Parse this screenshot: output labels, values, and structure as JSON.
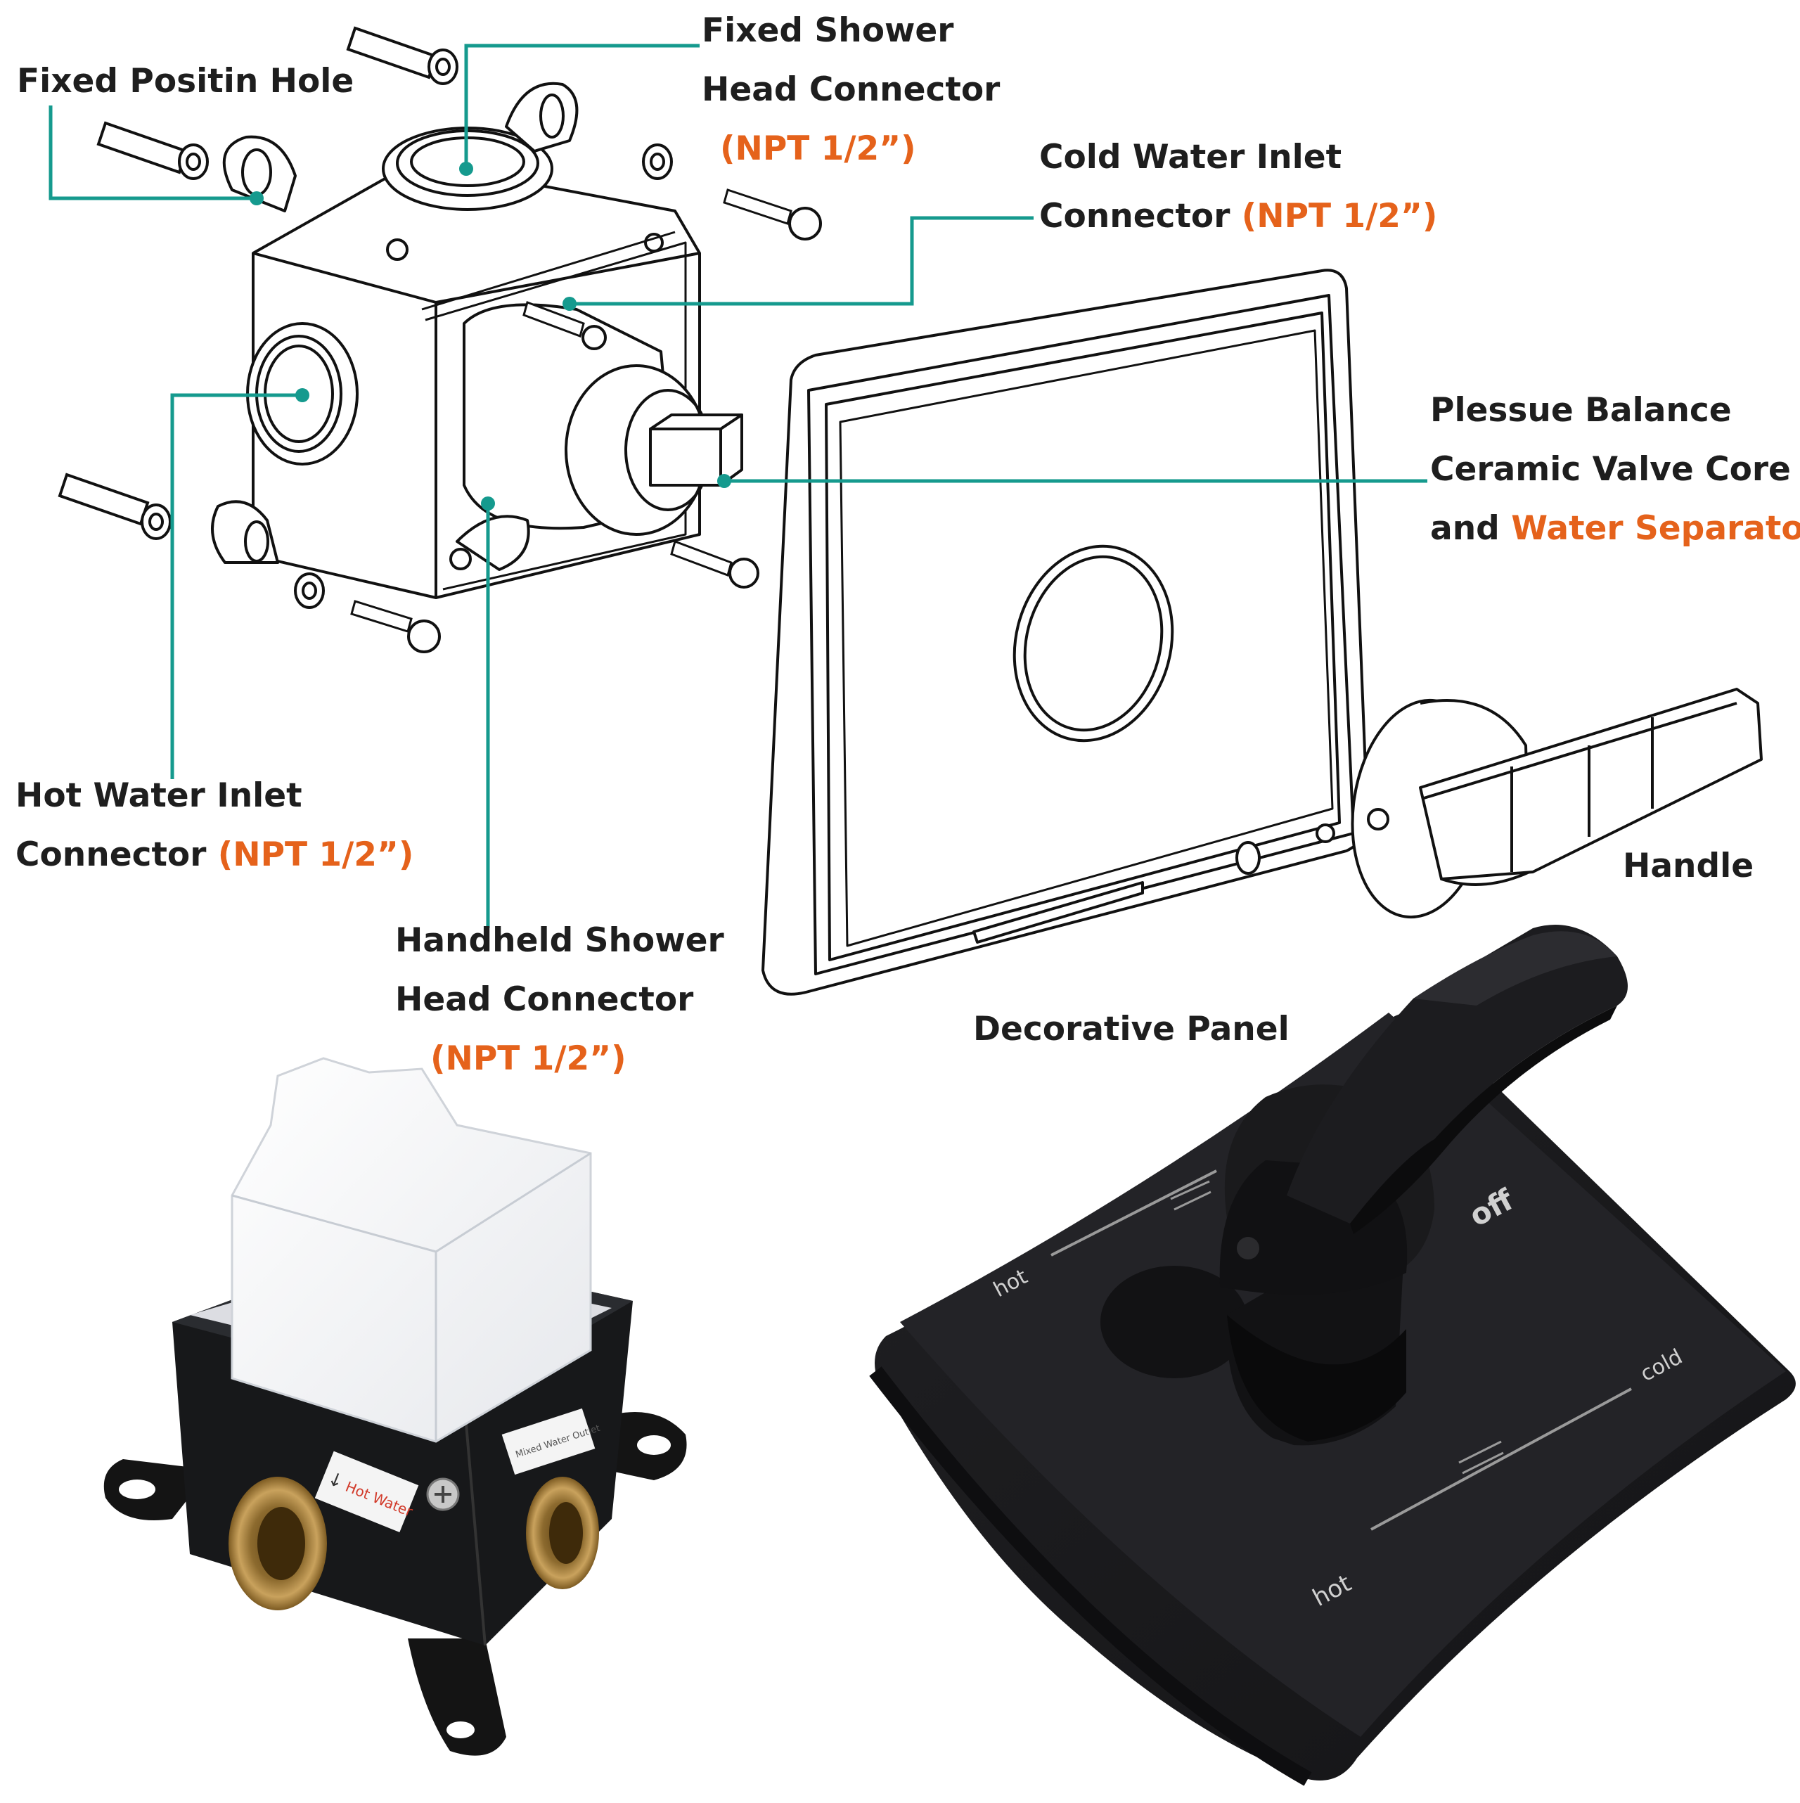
{
  "colors": {
    "leader_line": "#159a8e",
    "accent_text": "#e5621b",
    "label_text": "#1e1e1e",
    "drawing_line": "#111111",
    "matte_black": "#1b1b1d",
    "brass": "#b48a45"
  },
  "labels": {
    "fixed_position_hole": "Fixed Positin Hole",
    "fixed_shower_head": {
      "line1": "Fixed Shower",
      "line2": "Head Connector",
      "spec": "(NPT 1/2”)"
    },
    "cold_water_inlet": {
      "line1": "Cold Water Inlet",
      "line2": "Connector ",
      "spec": "(NPT 1/2”)"
    },
    "valve_core": {
      "line1": "Plessue Balance",
      "line2": "Ceramic Valve Core",
      "line3_prefix": "and ",
      "line3_accent": "Water Separator"
    },
    "hot_water_inlet": {
      "line1": "Hot Water Inlet",
      "line2": "Connector ",
      "spec": "(NPT 1/2”)"
    },
    "handheld_shower_head": {
      "line1": "Handheld Shower",
      "line2": "Head Connector",
      "spec": "(NPT 1/2”)"
    },
    "handle": "Handle",
    "decorative_panel": "Decorative Panel"
  },
  "photo_box": {
    "sticker_text": "Hot Water",
    "sticker_side_text": "Mixed Water Outlet"
  },
  "photo_panel": {
    "marks": {
      "hot_top": "hot",
      "off": "off",
      "cold": "cold",
      "hot_bottom": "hot"
    }
  }
}
